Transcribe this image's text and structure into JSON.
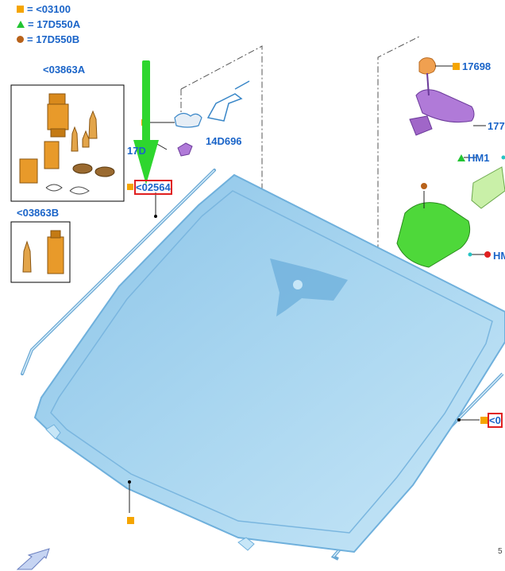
{
  "legend": [
    {
      "symbol": "square",
      "color": "#f5a500",
      "text": "= <03100"
    },
    {
      "symbol": "triangle",
      "color": "#22c432",
      "text": "= 17D550A"
    },
    {
      "symbol": "circle",
      "color": "#b8621a",
      "text": "= 17D550B"
    }
  ],
  "callouts": {
    "kit_a": "<03863A",
    "kit_b": "<03863B",
    "sensor_bracket": "17D",
    "rain_sensor": "14D696",
    "windshield": "<02564",
    "mirror_base": "17698",
    "mirror": "177",
    "bracket_hm1": "HM1",
    "cover_hm": "HM",
    "molding_right": "<0",
    "small_mark": "5"
  },
  "colors": {
    "glass": "#9fd0ee",
    "glass_dark": "#6fb0dc",
    "arrow": "#2ed62e",
    "highlight": "#e02020",
    "label": "#1a64c8",
    "part_orange": "#e89a2a",
    "part_purple": "#b07ad8",
    "part_green": "#4ed83a"
  }
}
